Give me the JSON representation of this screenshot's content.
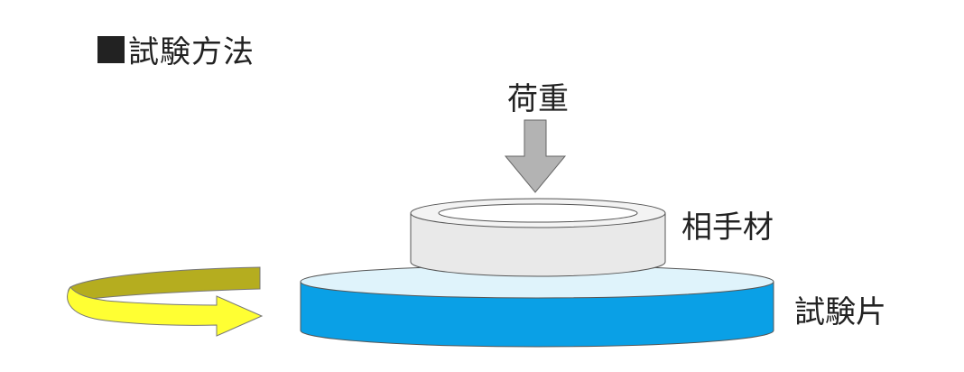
{
  "title": {
    "text": "試験方法"
  },
  "labels": {
    "load": "荷重",
    "counter_material": "相手材",
    "specimen": "試験片"
  },
  "colors": {
    "specimen_top": "#dff3fb",
    "specimen_side": "#0aa0e6",
    "counter_top": "#f2f2f2",
    "counter_side": "#e6e6e6",
    "arrow_load": "#b3b3b3",
    "rotation_arrow": "#ffff33",
    "rotation_arrow_dark": "#b5ad1f"
  }
}
